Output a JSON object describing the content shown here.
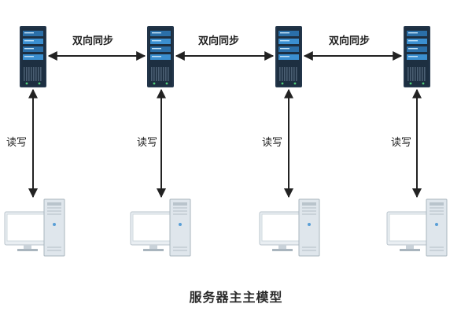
{
  "diagram": {
    "sync_labels": [
      "双向同步",
      "双向同步",
      "双向同步"
    ],
    "rw_labels": [
      "读写",
      "读写",
      "读写",
      "读写"
    ],
    "caption": "服务器主主模型"
  },
  "icons": {
    "server": "server-rack-icon",
    "client": "desktop-computer-icon"
  },
  "colors": {
    "server_body": "#23364a",
    "server_panel": "#3b8fd0",
    "monitor_body": "#e9eef2",
    "tower_body": "#dfe6ec",
    "arrow": "#222222"
  }
}
